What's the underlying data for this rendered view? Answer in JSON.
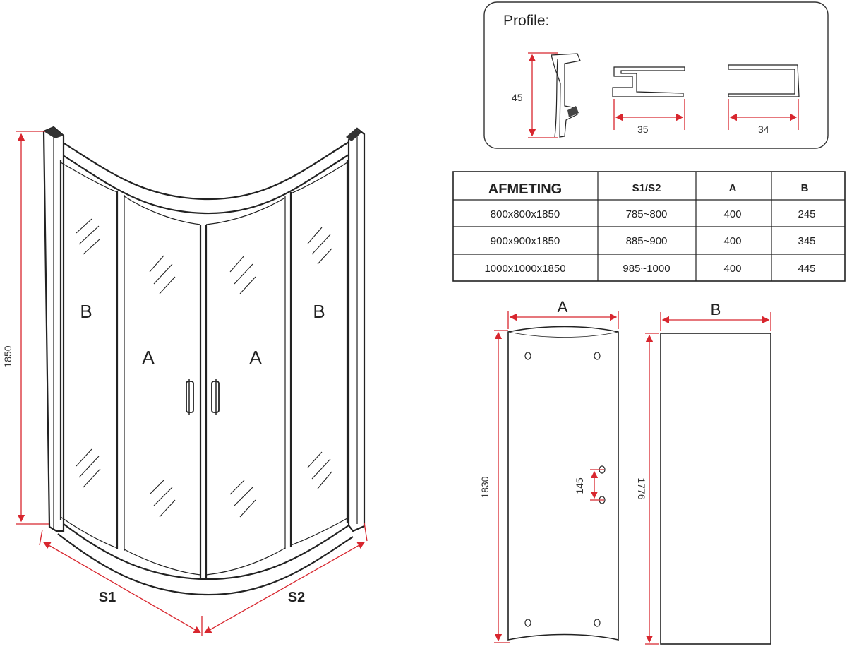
{
  "profile": {
    "title": "Profile:",
    "dims": [
      "45",
      "35",
      "34"
    ]
  },
  "enclosure": {
    "height": "1850",
    "panel_fixed": "B",
    "panel_door": "A",
    "side_left": "S1",
    "side_right": "S2"
  },
  "table": {
    "headers": [
      "AFMETING",
      "S1/S2",
      "A",
      "B"
    ],
    "rows": [
      [
        "800x800x1850",
        "785~800",
        "400",
        "245"
      ],
      [
        "900x900x1850",
        "885~900",
        "400",
        "345"
      ],
      [
        "1000x1000x1850",
        "985~1000",
        "400",
        "445"
      ]
    ]
  },
  "panel_a": {
    "label": "A",
    "height": "1830",
    "hole_spacing": "145"
  },
  "panel_b": {
    "label": "B",
    "height": "1776"
  },
  "colors": {
    "dimension_line": "#d8262e",
    "outline": "#222222"
  }
}
